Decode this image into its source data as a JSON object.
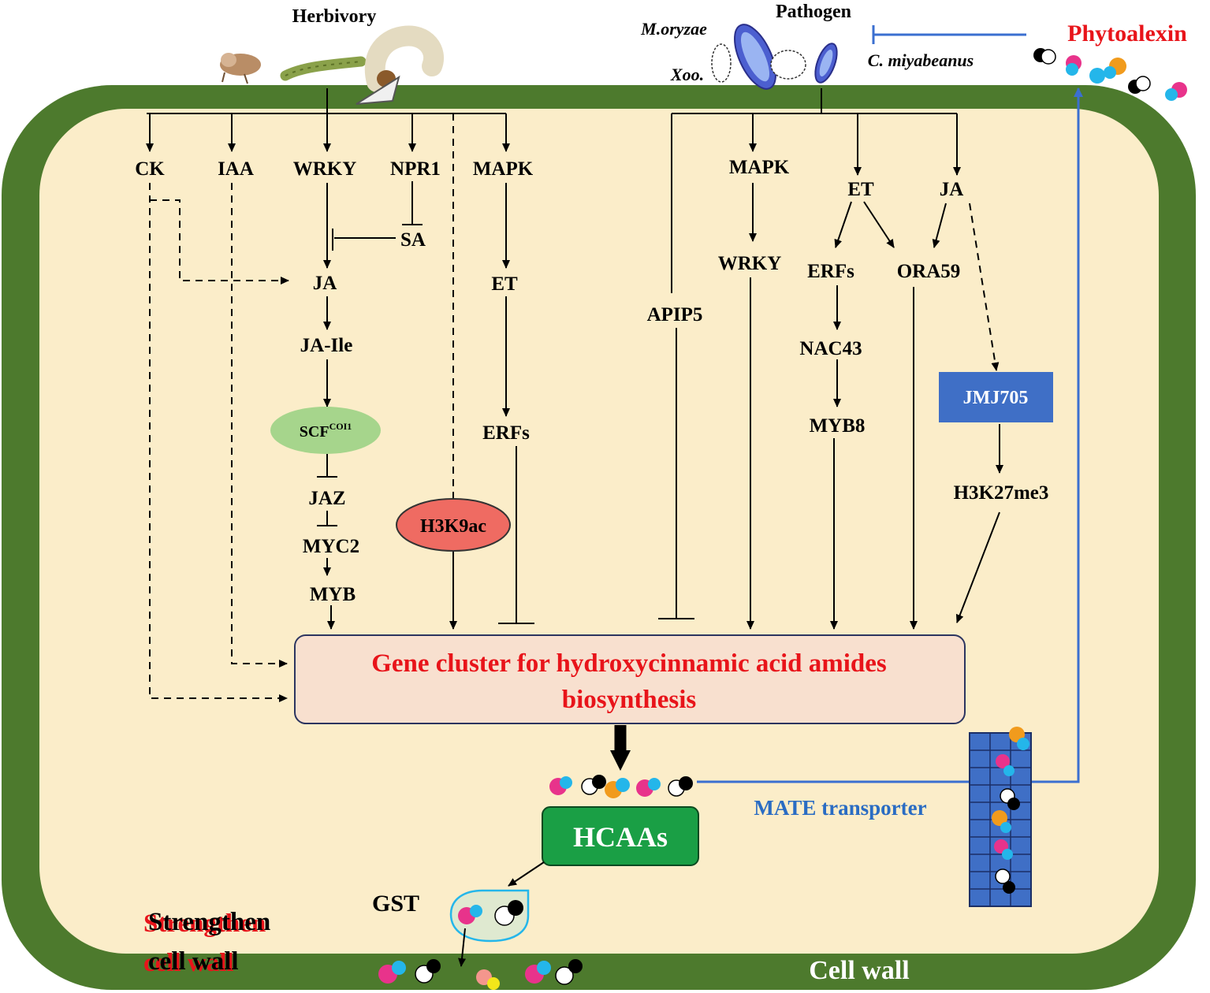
{
  "colors": {
    "cell_wall": "#4d7a2d",
    "cytoplasm": "#fbedc9",
    "gene_box_fill": "#f8e0cf",
    "label_red": "#e8141a",
    "transporter_blue": "#3b6fd0",
    "hcaas_green": "#1a9f45",
    "jmj_blue": "#3f6fc6",
    "scf_green": "#a6d58c",
    "h3k9_red": "#ef6b62"
  },
  "herbivory": {
    "title": "Herbivory"
  },
  "pathogen": {
    "title": "Pathogen",
    "species": [
      "M.oryzae",
      "Xoo.",
      "C. miyabeanus"
    ]
  },
  "phytoalexin": {
    "label": "Phytoalexin"
  },
  "left_pathway": {
    "top_nodes": [
      "CK",
      "IAA",
      "WRKY",
      "NPR1",
      "MAPK"
    ],
    "sa": "SA",
    "ja": "JA",
    "ja_ile": "JA-Ile",
    "scf": "SCF",
    "scf_sup": "COI1",
    "jaz": "JAZ",
    "myc2": "MYC2",
    "myb": "MYB",
    "h3k9ac": "H3K9ac",
    "et": "ET",
    "erfs": "ERFs"
  },
  "right_pathway": {
    "mapk": "MAPK",
    "et": "ET",
    "ja": "JA",
    "apip5": "APIP5",
    "wrky": "WRKY",
    "erfs": "ERFs",
    "ora59": "ORA59",
    "nac43": "NAC43",
    "myb8": "MYB8",
    "jmj705": "JMJ705",
    "h3k27me3": "H3K27me3"
  },
  "gene_cluster": {
    "line1": "Gene cluster for hydroxycinnamic acid amides",
    "line2": "biosynthesis"
  },
  "hcaas": {
    "label": "HCAAs"
  },
  "mate": {
    "label": "MATE transporter"
  },
  "gst": {
    "label": "GST"
  },
  "strengthen": {
    "line1": "Strengthen",
    "line2": "cell wall"
  },
  "cell_wall": {
    "label": "Cell wall"
  }
}
